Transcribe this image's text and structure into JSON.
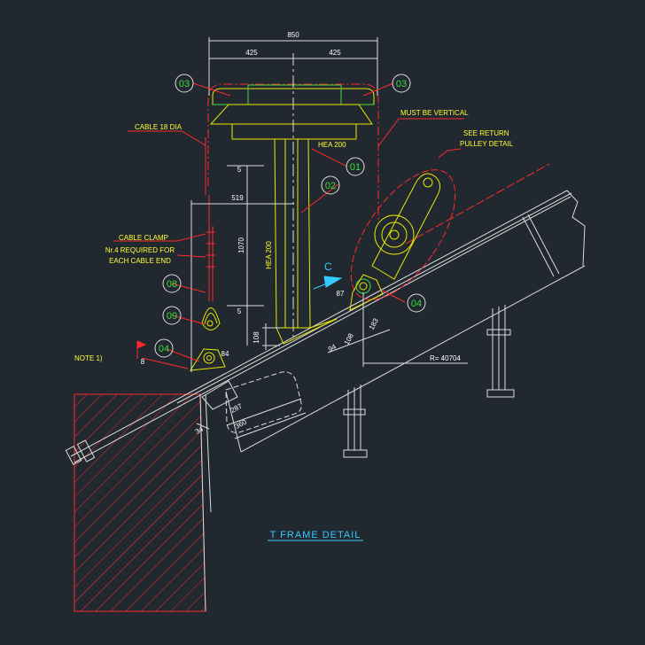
{
  "title": "T FRAME DETAIL",
  "dimensions": {
    "total_width": "850",
    "half_left": "425",
    "half_right": "425",
    "offset_519": "519",
    "height_1070": "1070",
    "five_top": "5",
    "five_bottom": "5",
    "d108_left": "108",
    "d84": "84",
    "d34": "34",
    "d287": "287",
    "d360": "360",
    "d87": "87",
    "d94": "94",
    "d108_right": "108",
    "d183": "183",
    "radius": "R= 40704",
    "note_8": "8"
  },
  "labels": {
    "cable": "CABLE 18 DIA",
    "hea_horizontal": "HEA 200",
    "hea_vertical": "HEA 200",
    "must_be_vertical": "MUST BE VERTICAL",
    "see_return_1": "SEE RETURN",
    "see_return_2": "PULLEY DETAIL",
    "clamp_1": "CABLE CLAMP",
    "clamp_2": "Nr.4 REQUIRED FOR",
    "clamp_3": "EACH CABLE END",
    "note": "NOTE 1)",
    "section_c": "C"
  },
  "bubbles": {
    "b03_left": "03",
    "b03_right": "03",
    "b01": "01",
    "b02": "02",
    "b08": "08",
    "b09": "09",
    "b04_left": "04",
    "b04_right": "04"
  },
  "colors": {
    "background": "#212830",
    "dimension": "#e8e8e8",
    "callout": "#ff2a2a",
    "steel": "#e8e800",
    "bubble": "#3ddc3d",
    "annotation": "#ffff33",
    "section": "#33ccff",
    "frame": "#cccccc"
  }
}
